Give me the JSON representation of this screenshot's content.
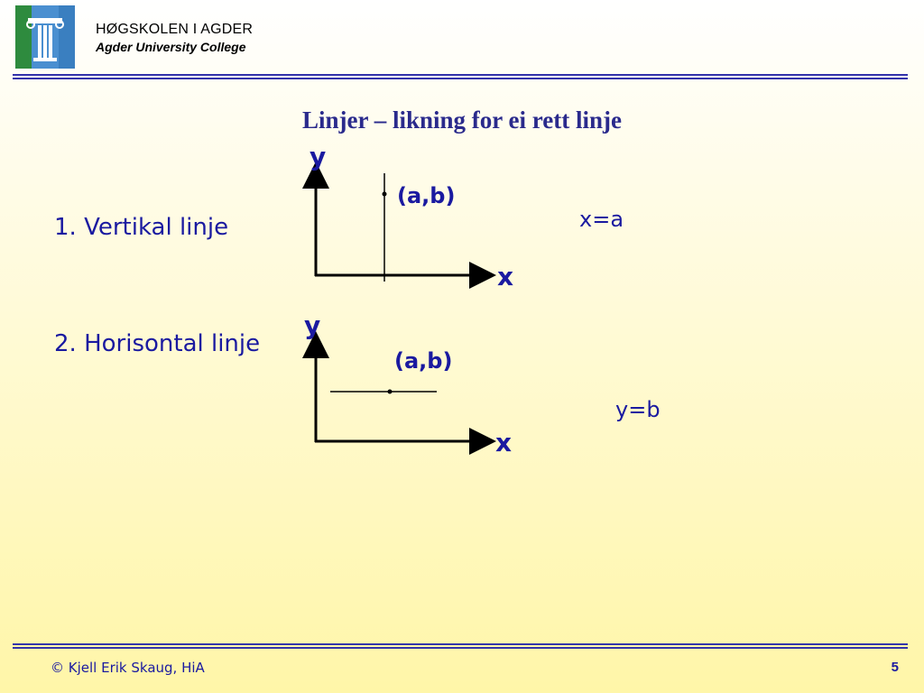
{
  "header": {
    "institution": "HØGSKOLEN I AGDER",
    "institution_en": "Agder University College"
  },
  "slide": {
    "title": "Linjer – likning for ei rett linje",
    "item1": "1. Vertikal linje",
    "item2": "2. Horisontal linje",
    "eq1": "x=a",
    "eq2": "y=b",
    "axis_y": "y",
    "axis_x": "x",
    "point_label": "(a,b)"
  },
  "footer": {
    "copyright": "©  Kjell Erik Skaug, HiA",
    "page": "5"
  },
  "colors": {
    "text": "#1a1aa0",
    "title": "#2a2a8c",
    "logo_blue": "#3a7fc0",
    "logo_green": "#2e8b3e"
  }
}
